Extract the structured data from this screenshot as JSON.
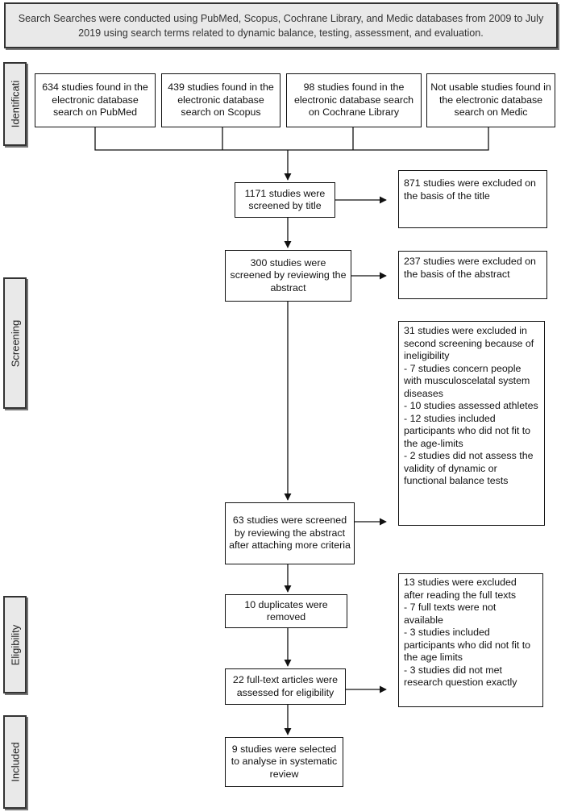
{
  "search_box": "Search Searches were conducted using PubMed, Scopus, Cochrane Library, and Medic databases from 2009 to July 2019 using search terms related to dynamic balance, testing, assessment, and evaluation.",
  "stages": {
    "identification": "Identificati",
    "screening": "Screening",
    "eligibility": "Eligibility",
    "included": "Included"
  },
  "sources": {
    "pubmed": "634 studies found in the electronic database search on PubMed",
    "scopus": "439 studies found in the electronic database search on Scopus",
    "cochrane": "98 studies found in the electronic database search on Cochrane Library",
    "medic": "Not usable studies found in the electronic database search on Medic"
  },
  "flow": {
    "title_screen": "1171 studies  were screened by title",
    "abstract_screen": "300 studies were screened by reviewing the abstract",
    "second_screen": "63 studies were screened by reviewing the abstract after attaching more criteria",
    "duplicates": "10 duplicates were removed",
    "fulltext": "22 full-text articles were assessed for eligibility",
    "selected": "9 studies were selected to analyse in systematic review"
  },
  "exclusions": {
    "title": "871 studies were excluded on the basis of the title",
    "abstract": "237 studies were excluded on the basis of the abstract",
    "second": [
      "31 studies were excluded in second screening because of ineligibility",
      "- 7 studies concern people with musculoscelatal system diseases",
      "- 10 studies assessed athletes",
      "- 12 studies included participants who did not fit to the age-limits",
      "- 2 studies did not assess the validity of dynamic or functional balance tests"
    ],
    "fulltext": [
      "13 studies were excluded after reading the full texts",
      "- 7 full texts were not available",
      "- 3 studies included participants who did not fit to the age limits",
      "- 3 studies did not met research question exactly"
    ]
  }
}
